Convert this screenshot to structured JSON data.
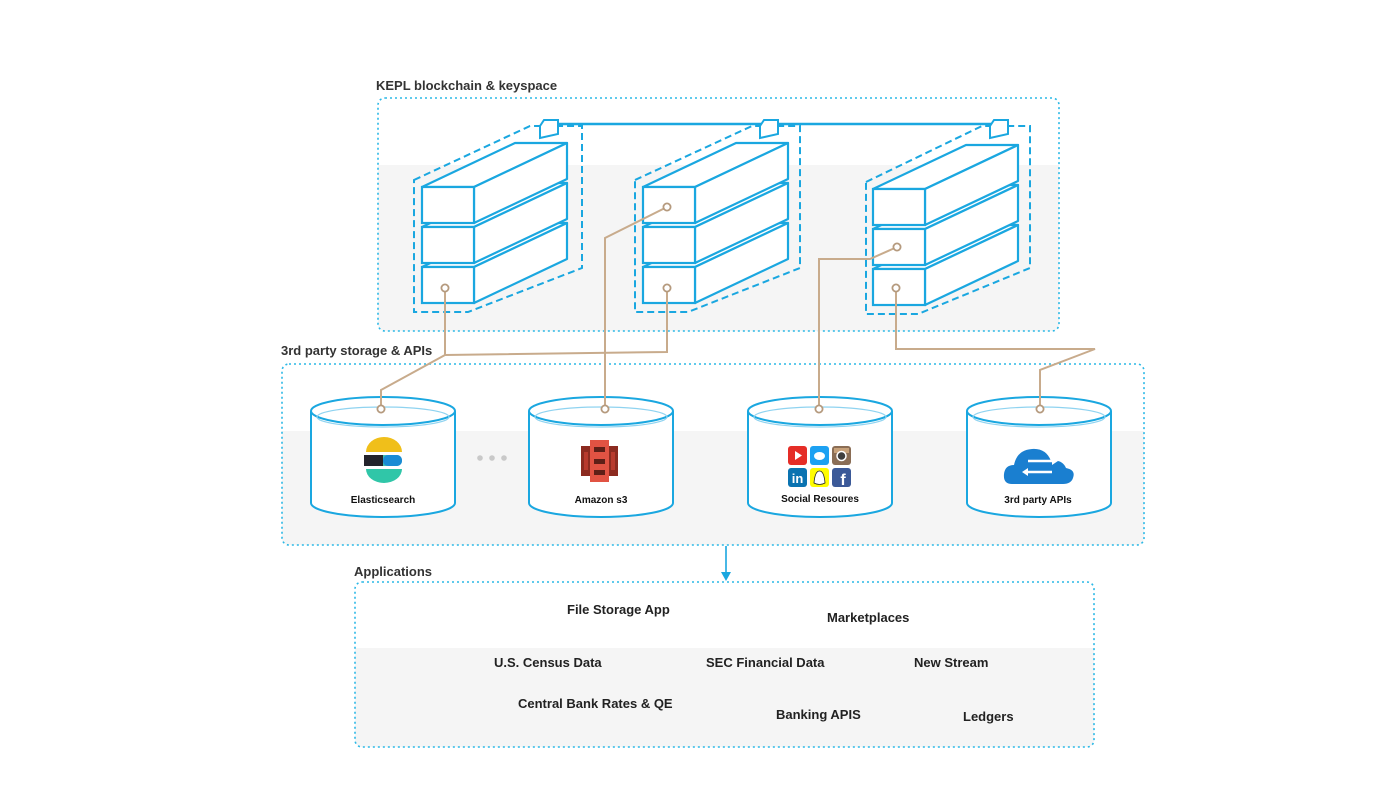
{
  "sections": {
    "blockchain_title": "KEPL blockchain & keyspace",
    "storage_title": "3rd party storage & APIs",
    "applications_title": "Applications"
  },
  "storage": {
    "elasticsearch": "Elasticsearch",
    "amazon_s3": "Amazon s3",
    "social": "Social Resoures",
    "apis": "3rd party APIs",
    "ellipsis": "• • •"
  },
  "applications": [
    "File Storage App",
    "Marketplaces",
    "U.S. Census Data",
    "SEC Financial Data",
    "New Stream",
    "Central Bank Rates & QE",
    "Banking APIS",
    "Ledgers"
  ],
  "colors": {
    "accent": "#1aa7e0",
    "dotted_border": "#2bb8e6",
    "connector": "#c8ab8c",
    "panel_band": "#f5f5f5"
  },
  "icons": {
    "elasticsearch": "elasticsearch-logo-icon",
    "amazon_s3": "amazon-s3-logo-icon",
    "social": "social-media-grid-icon",
    "apis": "cloud-transfer-icon"
  }
}
